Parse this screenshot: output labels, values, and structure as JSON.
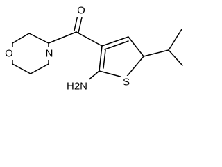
{
  "molecule": {
    "atoms": {
      "carbonyl_oxygen": "O",
      "morpholine_oxygen": "O",
      "morpholine_nitrogen": "N",
      "thiophene_sulfur": "S",
      "amine": "H2N"
    }
  },
  "colors": {
    "ink": "#000000",
    "background": "#ffffff"
  }
}
